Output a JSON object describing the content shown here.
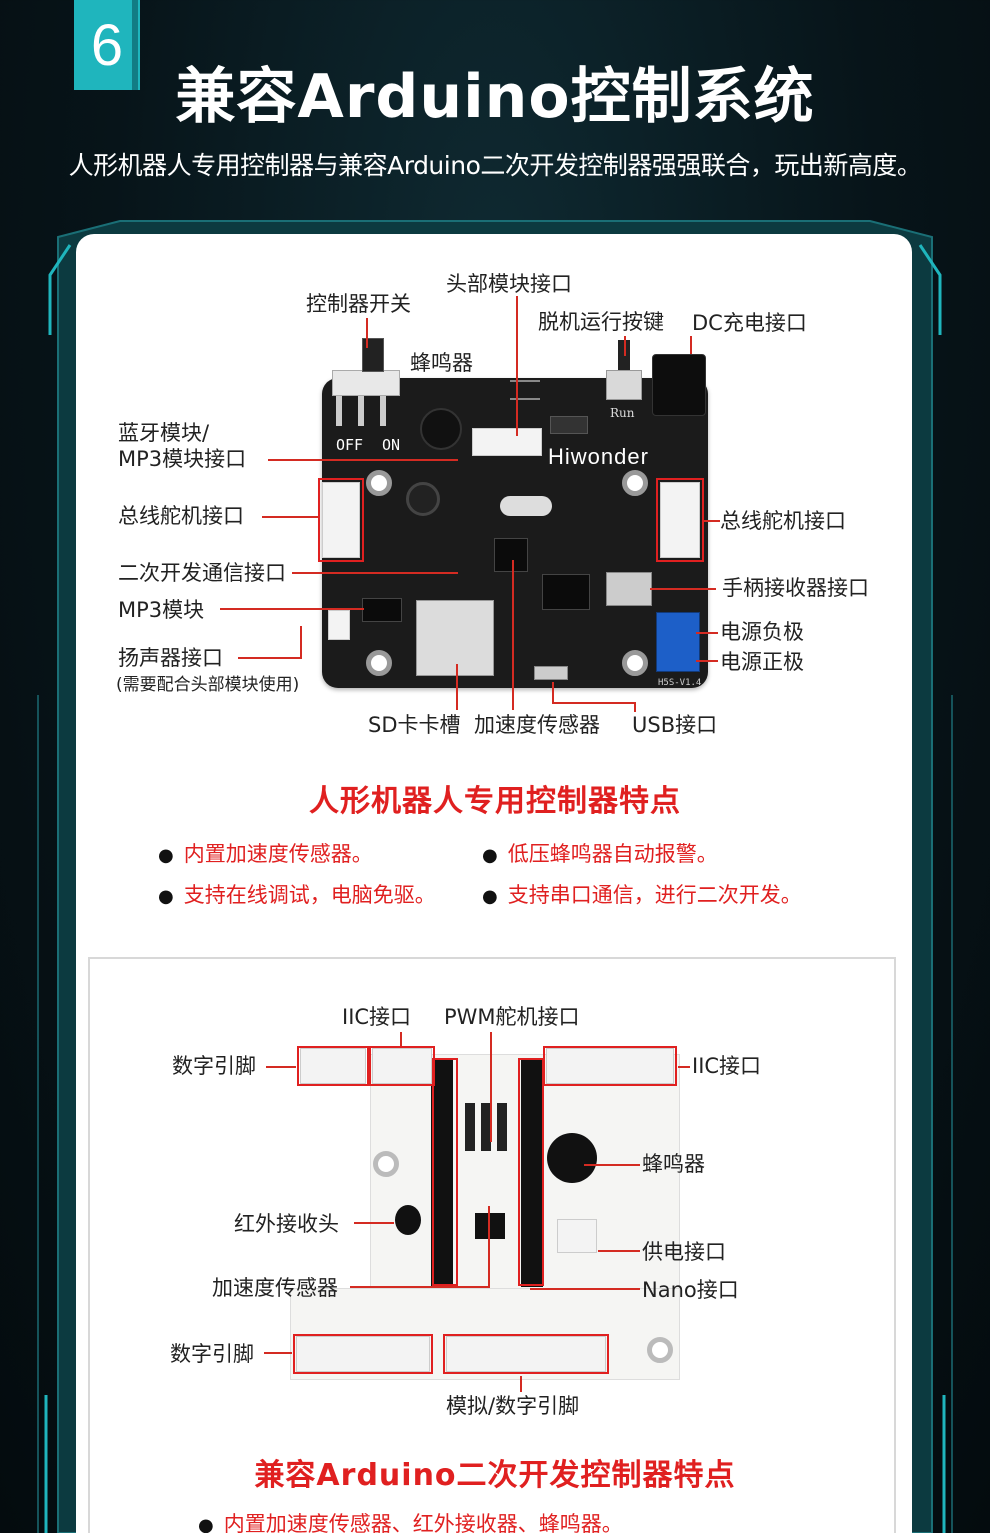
{
  "header": {
    "number": "6",
    "title": "兼容Arduino控制系统",
    "subtitle": "人形机器人专用控制器与兼容Arduino二次开发控制器强强联合，玩出新高度。"
  },
  "board1": {
    "brand": "Hiwonder",
    "switch_off": "OFF",
    "switch_on": "ON",
    "run_label": "Run",
    "version": "H5S-V1.4",
    "labels": {
      "power_switch": "控制器开关",
      "head_module": "头部模块接口",
      "buzzer": "蜂鸣器",
      "offline_button": "脱机运行按键",
      "dc_charge": "DC充电接口",
      "bluetooth_line1": "蓝牙模块/",
      "bluetooth_line2": "MP3模块接口",
      "bus_servo_left": "总线舵机接口",
      "bus_servo_right": "总线舵机接口",
      "dev_comm": "二次开发通信接口",
      "handle_receiver": "手柄接收器接口",
      "mp3_module": "MP3模块",
      "power_neg": "电源负极",
      "power_pos": "电源正极",
      "speaker": "扬声器接口",
      "speaker_note": "(需要配合头部模块使用)",
      "sd_slot": "SD卡卡槽",
      "accel": "加速度传感器",
      "usb": "USB接口"
    }
  },
  "section1": {
    "title": "人形机器人专用控制器特点",
    "features": [
      "内置加速度传感器。",
      "低压蜂鸣器自动报警。",
      "支持在线调试，电脑免驱。",
      "支持串口通信，进行二次开发。"
    ]
  },
  "board2": {
    "labels": {
      "iic_top": "IIC接口",
      "pwm": "PWM舵机接口",
      "digital_top": "数字引脚",
      "iic_right": "IIC接口",
      "buzzer": "蜂鸣器",
      "ir": "红外接收头",
      "power": "供电接口",
      "accel": "加速度传感器",
      "nano": "Nano接口",
      "digital_bottom": "数字引脚",
      "analog_digital": "模拟/数字引脚"
    }
  },
  "section2": {
    "title": "兼容Arduino二次开发控制器特点",
    "features": [
      "内置加速度传感器、红外接收器、蜂鸣器。"
    ]
  },
  "colors": {
    "accent_teal": "#1fb5bd",
    "highlight_red": "#e02020"
  }
}
